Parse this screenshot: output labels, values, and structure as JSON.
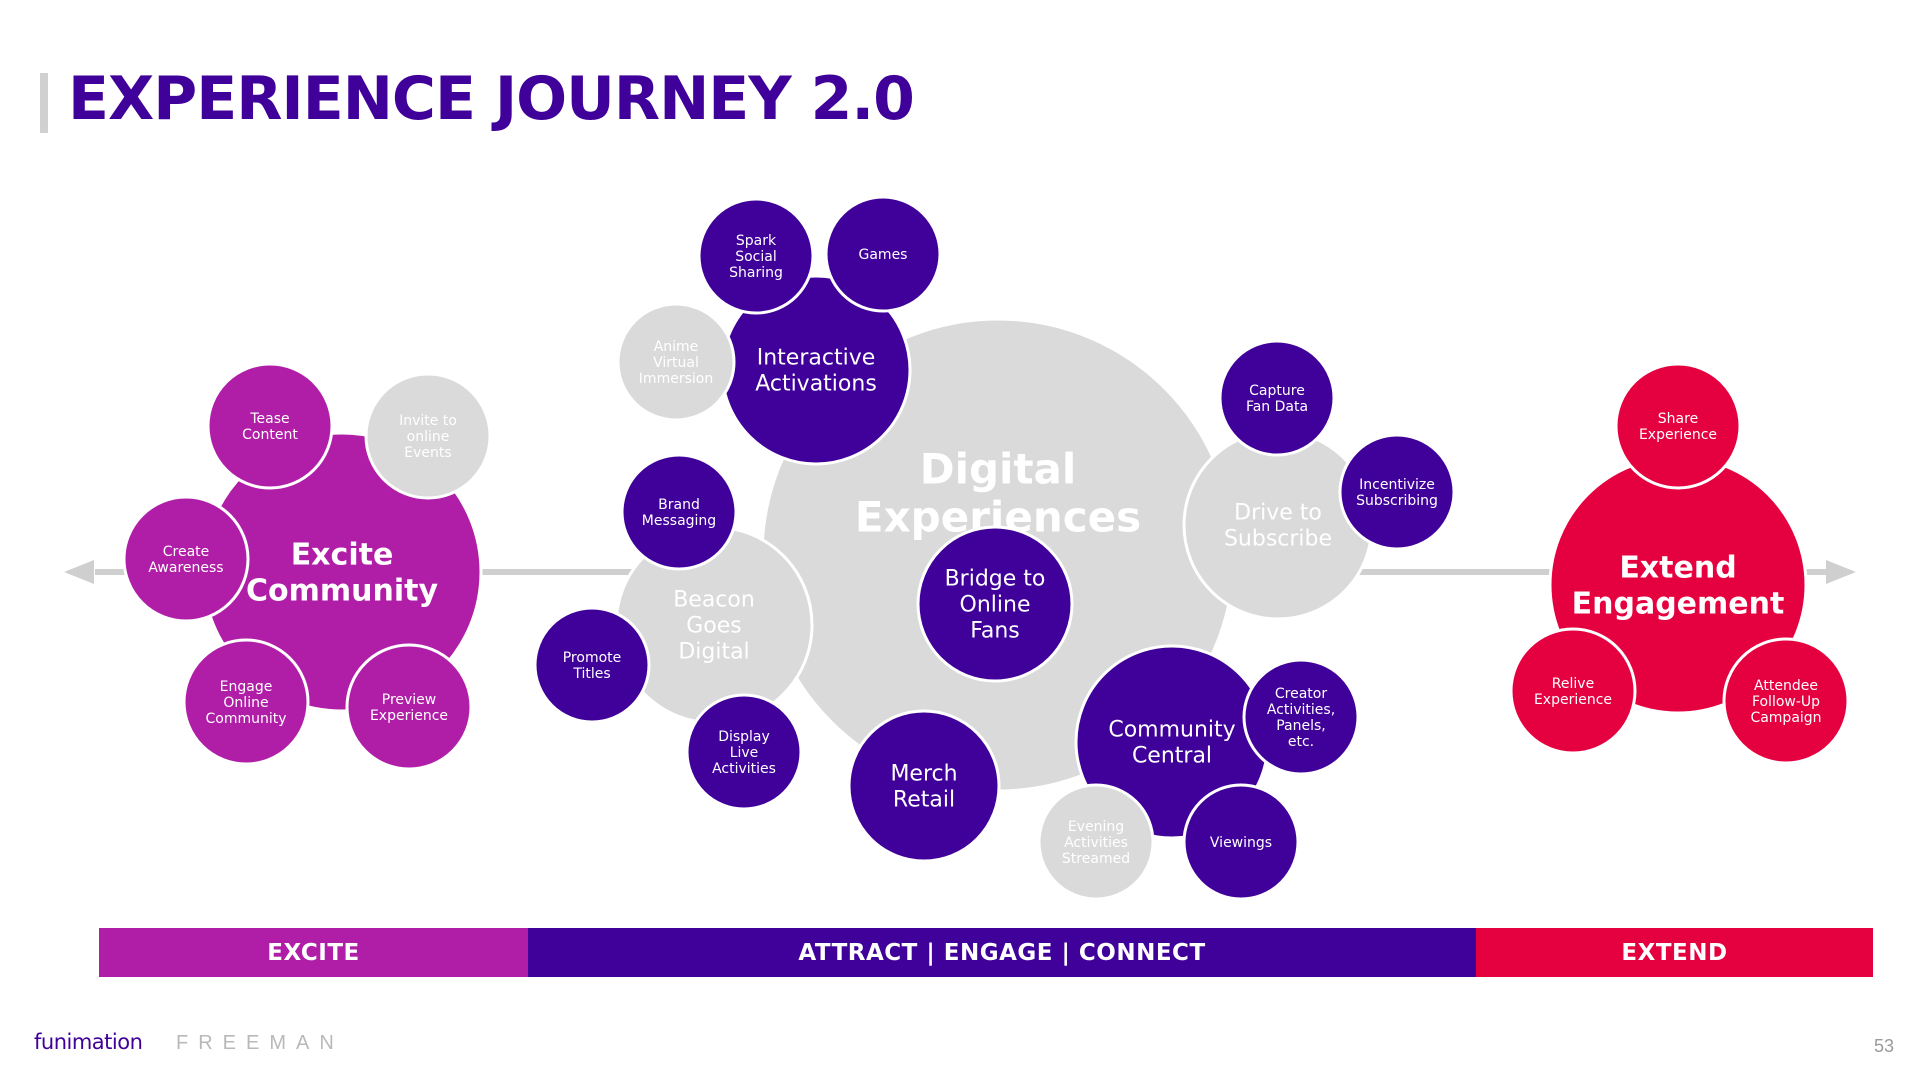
{
  "title": "EXPERIENCE JOURNEY 2.0",
  "colors": {
    "excite": "#b01ea8",
    "engage": "#40009a",
    "extend": "#e5003f",
    "neutral": "#dadada",
    "arrow": "#cfcfcf"
  },
  "nodes": {
    "excite_community": "Excite Community",
    "tease_content": "Tease Content",
    "invite_online_events": "Invite to online Events",
    "create_awareness": "Create Awareness",
    "engage_online_community": "Engage Online Community",
    "preview_experience": "Preview Experience",
    "digital_experiences": "Digital Experiences",
    "bridge_online_fans": "Bridge to Online Fans",
    "interactive_activations": "Interactive Activations",
    "spark_social_sharing": "Spark Social Sharing",
    "games": "Games",
    "anime_virtual_immersion": "Anime Virtual Immersion",
    "beacon_goes_digital": "Beacon Goes Digital",
    "brand_messaging": "Brand Messaging",
    "promote_titles": "Promote Titles",
    "display_live_activities": "Display Live Activities",
    "merch_retail": "Merch Retail",
    "drive_to_subscribe": "Drive to Subscribe",
    "capture_fan_data": "Capture Fan Data",
    "incentivize_subscribing": "Incentivize Subscribing",
    "community_central": "Community Central",
    "creator_activities": "Creator Activities, Panels, etc.",
    "evening_activities": "Evening Activities Streamed",
    "viewings": "Viewings",
    "extend_engagement": "Extend Engagement",
    "share_experience": "Share Experience",
    "relive_experience": "Relive Experience",
    "attendee_followup": "Attendee Follow-Up Campaign"
  },
  "bands": {
    "excite": "EXCITE",
    "attract_engage_connect": "ATTRACT | ENGAGE | CONNECT",
    "extend": "EXTEND"
  },
  "footer": {
    "logo_funimation": "funimation",
    "logo_freeman": "FREEMAN",
    "page_number": "53"
  }
}
